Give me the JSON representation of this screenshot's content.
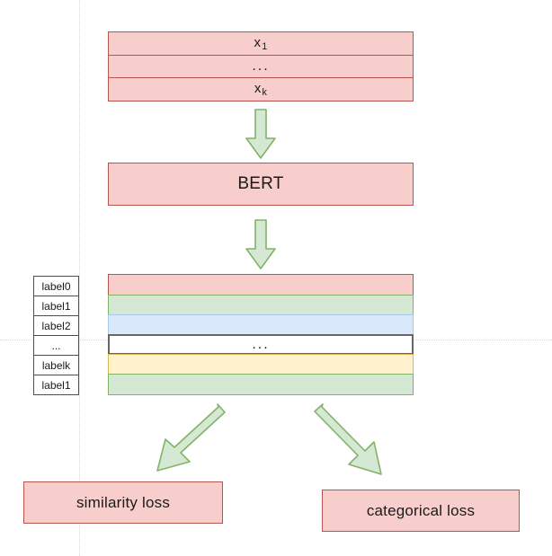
{
  "diagram": {
    "title": "BERT dual-loss training diagram",
    "palette": {
      "pink_fill": "#f8cecc",
      "pink_stroke": "#b85450",
      "green_fill": "#d5e8d4",
      "green_stroke": "#82b366",
      "blue_fill": "#dae8fc",
      "blue_stroke": "#a6c9ec",
      "yellow_fill": "#fff2cc",
      "yellow_stroke": "#d6b656",
      "white_fill": "#ffffff",
      "grey_stroke": "#666666",
      "guide_line": "#d9d9d9",
      "text": "#1a1a1a"
    },
    "input_stack": {
      "name": "input-token-stack",
      "rows": [
        {
          "label_prefix": "x",
          "label_sub": "1",
          "color": "pink"
        },
        {
          "label_prefix": "...",
          "label_sub": "",
          "color": "pink"
        },
        {
          "label_prefix": "x",
          "label_sub": "k",
          "color": "pink"
        }
      ]
    },
    "encoder": {
      "name": "bert-encoder",
      "label": "BERT",
      "color": "pink"
    },
    "label_column": {
      "name": "label-column",
      "items": [
        "label0",
        "label1",
        "label2",
        "...",
        "labelk",
        "label1"
      ]
    },
    "embedding_stack": {
      "name": "embedding-stack",
      "rows": [
        {
          "color": "pink",
          "text": ""
        },
        {
          "color": "green",
          "text": ""
        },
        {
          "color": "blue",
          "text": ""
        },
        {
          "color": "white",
          "text": "..."
        },
        {
          "color": "yellow",
          "text": ""
        },
        {
          "color": "green",
          "text": ""
        }
      ]
    },
    "outputs": [
      {
        "name": "similarity-loss-box",
        "label": "similarity loss",
        "color": "pink"
      },
      {
        "name": "categorical-loss-box",
        "label": "categorical loss",
        "color": "pink"
      }
    ],
    "arrows": [
      {
        "name": "arrow-input-to-bert",
        "direction": "down"
      },
      {
        "name": "arrow-bert-to-embeddings",
        "direction": "down"
      },
      {
        "name": "arrow-embeddings-to-similarity-loss",
        "direction": "down-left"
      },
      {
        "name": "arrow-embeddings-to-categorical-loss",
        "direction": "down-right"
      }
    ]
  }
}
